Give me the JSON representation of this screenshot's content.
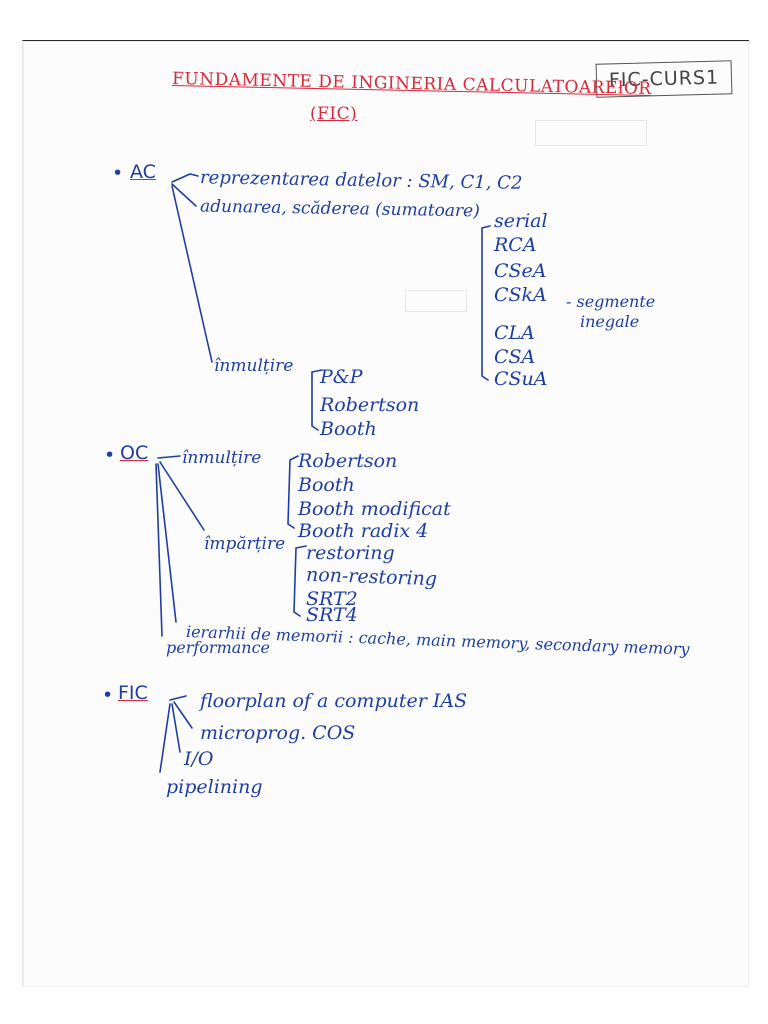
{
  "tag": "FIC-CURS1",
  "title_line1": "FUNDAMENTE DE INGINERIA CALCULATOAREłOR",
  "title_line2": "(FIC)",
  "ac": {
    "head": "AC",
    "repr": "reprezentarea datelor : SM, C1, C2",
    "add": "adunarea, scăderea (sumatoare)",
    "adders": [
      "serial",
      "RCA",
      "CSeA",
      "CSkA",
      "CLA",
      "CSA",
      "CSuA"
    ],
    "cska_note_1": "- segmente",
    "cska_note_2": "inegale",
    "mult": "înmulțire",
    "mult_items": [
      "P&P",
      "Robertson",
      "Booth"
    ]
  },
  "oc": {
    "head": "OC",
    "mult": "înmulțire",
    "mult_items": [
      "Robertson",
      "Booth",
      "Booth modificat",
      "Booth radix 4"
    ],
    "div": "împărțire",
    "div_items": [
      "restoring",
      "non-restoring",
      "SRT2",
      "SRT4"
    ],
    "mem": "ierarhii de memorii : cache, main memory, secondary memory",
    "perf": "performance"
  },
  "fic": {
    "head": "FIC",
    "items": [
      "floorplan of a computer IAS",
      "microprog. COS",
      "I/O",
      "pipelining"
    ]
  },
  "colors": {
    "ink": "#1f3fa0",
    "title": "#d8283a"
  }
}
